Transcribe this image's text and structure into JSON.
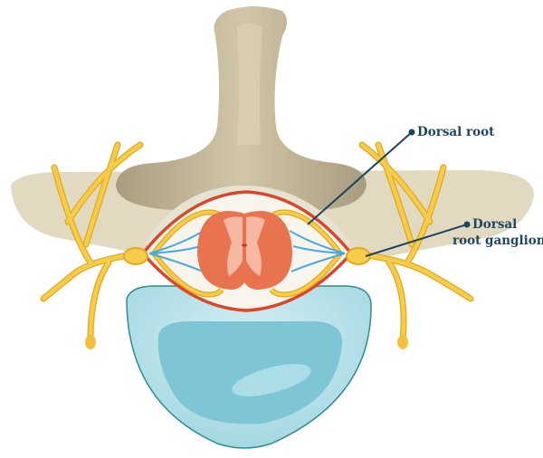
{
  "labels": {
    "dorsal_root": "Dorsal root",
    "dorsal_root_ganglion_line1": "Dorsal",
    "dorsal_root_ganglion_line2": "root ganglion"
  },
  "colors": {
    "bone_light": "#e1dac0",
    "bone_dark": "#b7ab8f",
    "nerve": "#f4c33a",
    "dura": "#d9472b",
    "cord": "#e8734f",
    "grey_matter": "#f6b8a2",
    "disc": "#a9dbe4",
    "label": "#1d4560"
  }
}
